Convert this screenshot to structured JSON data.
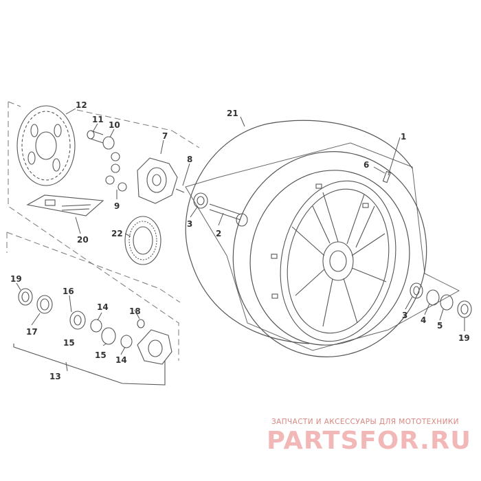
{
  "callouts": [
    {
      "id": "c1",
      "label": "1"
    },
    {
      "id": "c2",
      "label": "2"
    },
    {
      "id": "c3a",
      "label": "3"
    },
    {
      "id": "c3b",
      "label": "3"
    },
    {
      "id": "c4",
      "label": "4"
    },
    {
      "id": "c5",
      "label": "5"
    },
    {
      "id": "c6",
      "label": "6"
    },
    {
      "id": "c7",
      "label": "7"
    },
    {
      "id": "c8",
      "label": "8"
    },
    {
      "id": "c9",
      "label": "9"
    },
    {
      "id": "c10",
      "label": "10"
    },
    {
      "id": "c11",
      "label": "11"
    },
    {
      "id": "c12",
      "label": "12"
    },
    {
      "id": "c13",
      "label": "13"
    },
    {
      "id": "c14a",
      "label": "14"
    },
    {
      "id": "c14b",
      "label": "14"
    },
    {
      "id": "c15a",
      "label": "15"
    },
    {
      "id": "c15b",
      "label": "15"
    },
    {
      "id": "c16",
      "label": "16"
    },
    {
      "id": "c17",
      "label": "17"
    },
    {
      "id": "c18",
      "label": "18"
    },
    {
      "id": "c19a",
      "label": "19"
    },
    {
      "id": "c19b",
      "label": "19"
    },
    {
      "id": "c20",
      "label": "20"
    },
    {
      "id": "c21",
      "label": "21"
    },
    {
      "id": "c22",
      "label": "22"
    }
  ],
  "watermark": {
    "subtitle": "ЗАПЧАСТИ И АКСЕССУАРЫ ДЛЯ МОТОТЕХНИКИ",
    "brand": "PARTSFOR.RU"
  },
  "colors": {
    "line": "#555555",
    "watermark_main": "#f2b8b8",
    "watermark_sub": "#d9867f"
  }
}
